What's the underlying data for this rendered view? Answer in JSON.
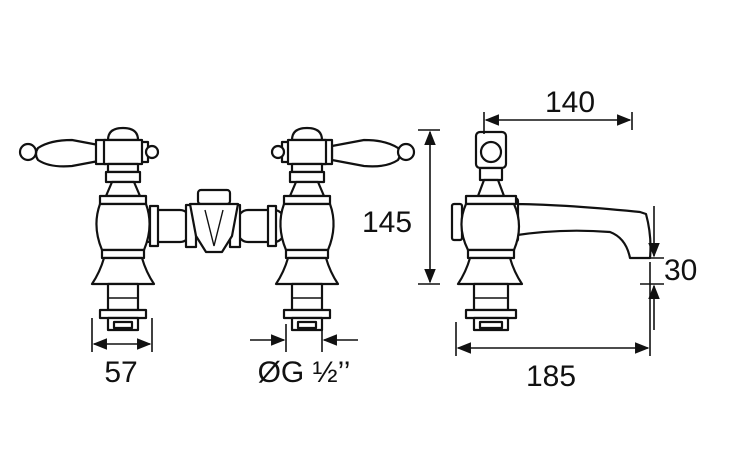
{
  "dimensions": {
    "base_width": "57",
    "connection": "ØG ½’’",
    "height": "145",
    "spout_reach": "140",
    "spout_height": "30",
    "overall_depth": "185"
  }
}
